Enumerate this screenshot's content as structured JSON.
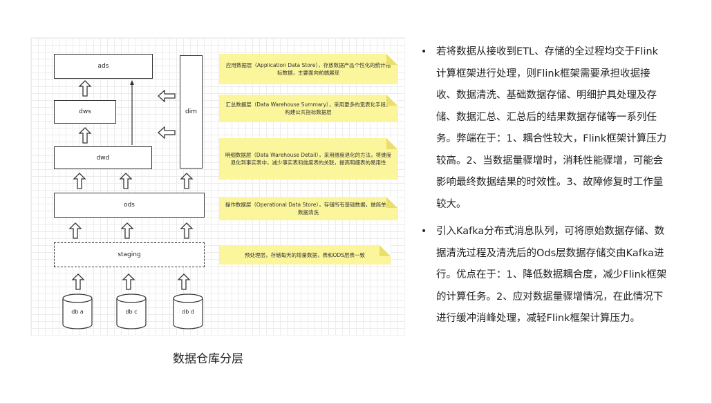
{
  "diagram": {
    "layers": {
      "ads": "ads",
      "dws": "dws",
      "dwd": "dwd",
      "ods": "ods",
      "staging": "staging",
      "dim": "dim"
    },
    "databases": [
      "db a",
      "db c",
      "db d"
    ],
    "notes": [
      "应用数据层（Application Data Store），存放数据产品个性化的统计指标数据，主要面向前端展现",
      "汇总数据层（Data Warehouse Summary），采用更多的宽表化手段，构建公共指标数据层",
      "明细数据层（Data Warehouse Detail），采用维度退化的方法，将维度退化到事实表中，减少事实表和维度表的关联，提高明细表的易用性",
      "操作数据层（Operational Data Store），存储所有基础数据，做简单的数据清洗",
      "预处理层，存储每天的增量数据，表和ODS层表一致"
    ],
    "caption": "数据仓库分层"
  },
  "bullets": [
    "若将数据从接收到ETL、存储的全过程均交于Flink计算框架进行处理，则Flink框架需要承担收据接收、数据清洗、基础数据存储、明细护具处理及存储、数据汇总、汇总后的结果数据存储等一系列任务。弊端在于：1、耦合性较大，Flink框架计算压力较高。2、当数据量骤增时，消耗性能骤增，可能会影响最终数据结果的时效性。3、故障修复时工作量较大。",
    "引入Kafka分布式消息队列，可将原始数据存储、数据清洗过程及清洗后的Ods层数据存储交由Kafka进行。优点在于：1、降低数据耦合度，减少Flink框架的计算任务。2、应对数据量骤增情况，在此情况下进行缓冲消峰处理，减轻Flink框架计算压力。"
  ]
}
